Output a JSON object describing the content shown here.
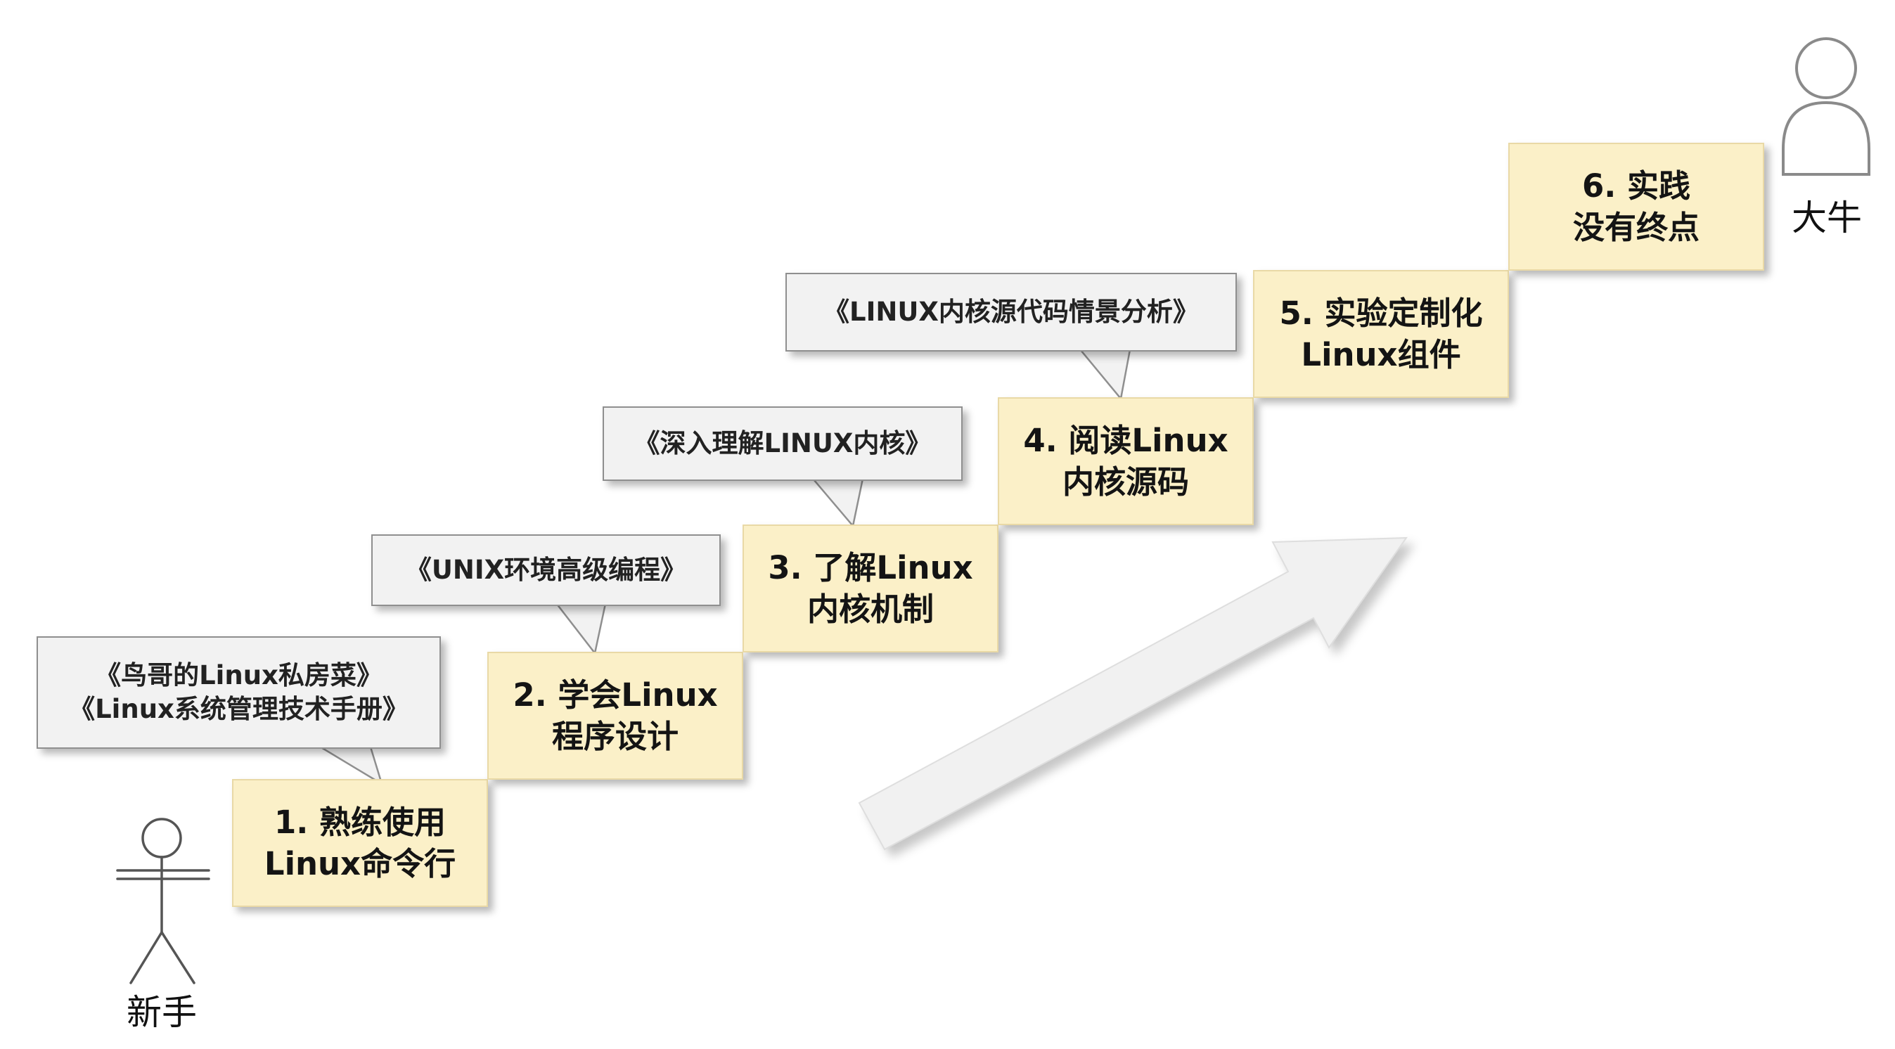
{
  "diagram": {
    "actors": {
      "novice_label": "新手",
      "expert_label": "大牛"
    },
    "steps": [
      {
        "line1": "1. 熟练使用",
        "line2": "Linux命令行"
      },
      {
        "line1": "2. 学会Linux",
        "line2": "程序设计"
      },
      {
        "line1": "3. 了解Linux",
        "line2": "内核机制"
      },
      {
        "line1": "4. 阅读Linux",
        "line2": "内核源码"
      },
      {
        "line1": "5. 实验定制化",
        "line2": "Linux组件"
      },
      {
        "line1": "6. 实践",
        "line2": "没有终点"
      }
    ],
    "books": [
      {
        "line1": "《鸟哥的Linux私房菜》",
        "line2": "《Linux系统管理技术手册》"
      },
      {
        "line1": "《UNIX环境高级编程》"
      },
      {
        "line1": "《深入理解LINUX内核》"
      },
      {
        "line1": "《LINUX内核源代码情景分析》"
      }
    ]
  },
  "colors": {
    "step_fill": "#FBF0C8",
    "step_border": "#E9D9A6",
    "bubble_fill": "#F2F2F2",
    "bubble_border": "#8F8F8F",
    "arrow_fill": "#F1F1F1",
    "arrow_stroke": "#DEDEDE",
    "figure_stroke": "#555555",
    "text": "#141414"
  }
}
